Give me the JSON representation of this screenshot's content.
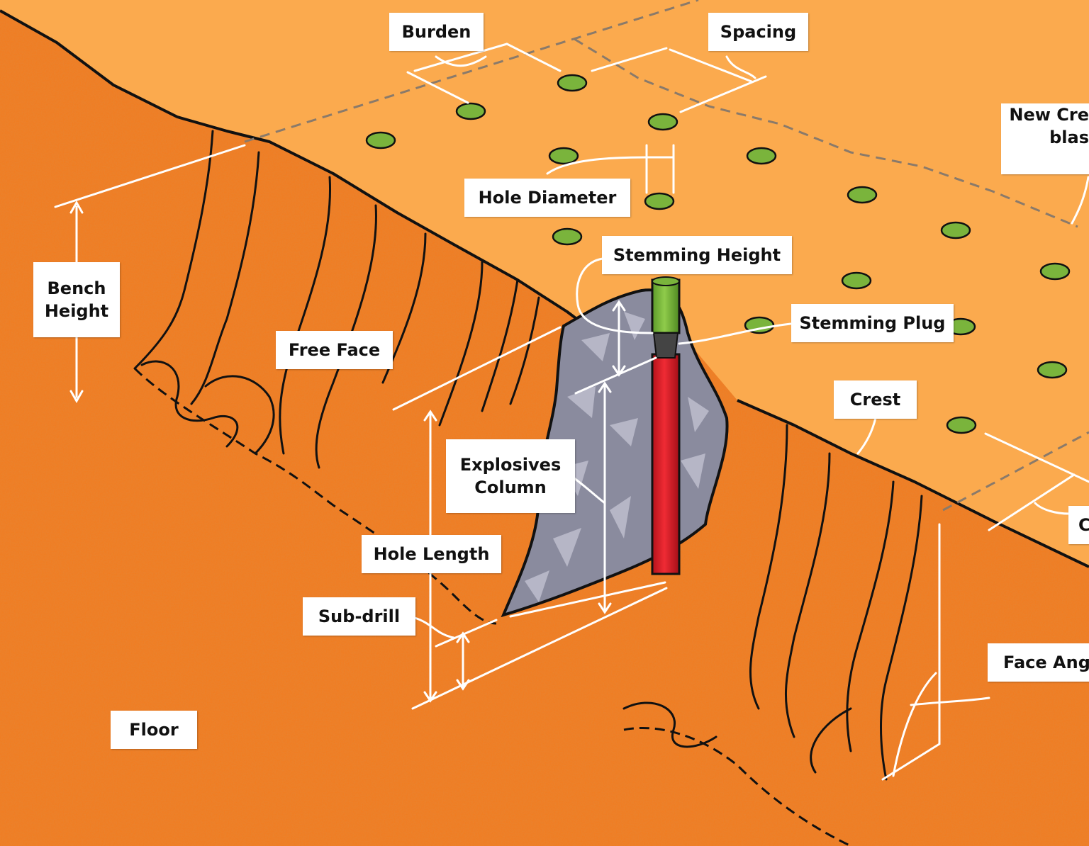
{
  "labels": {
    "burden": "Burden",
    "spacing": "Spacing",
    "new_crest_line1": "New Cre",
    "new_crest_line2": "blas",
    "hole_diameter": "Hole Diameter",
    "stemming_height": "Stemming Height",
    "stemming_plug": "Stemming Plug",
    "bench_height_line1": "Bench",
    "bench_height_line2": "Height",
    "free_face": "Free Face",
    "explosives_column_line1": "Explosives",
    "explosives_column_line2": "Column",
    "crest": "Crest",
    "hole_length": "Hole Length",
    "sub_drill": "Sub-drill",
    "floor": "Floor",
    "face_angle": "Face Ang",
    "cut_off_label": "C"
  },
  "colors": {
    "bench_top": "#fbaa4e",
    "rock_face": "#f07d22",
    "drill_hole": "#7ab43c",
    "explosive": "#e8202a",
    "stemming": "#7ab43c",
    "muckpile": "#8a8b9e",
    "annotation_line": "#ffffff",
    "outline": "#111111"
  }
}
